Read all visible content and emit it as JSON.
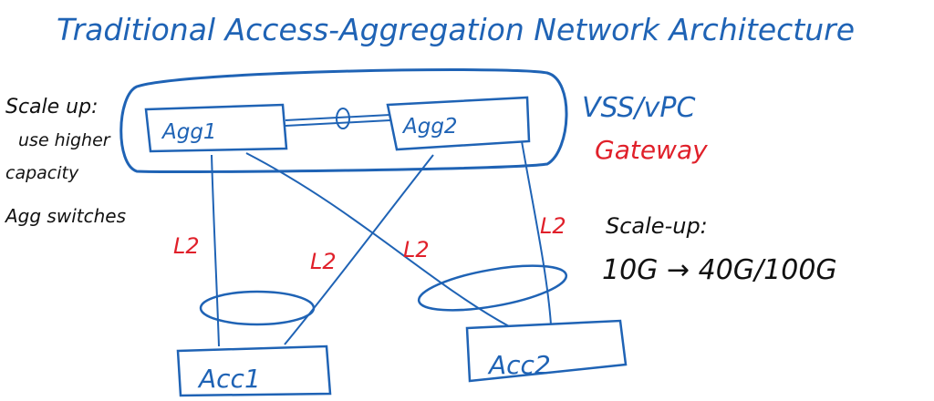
{
  "title": "Traditional Access-Aggregation Network Architecture",
  "nodes": {
    "agg1": "Agg1",
    "agg2": "Agg2",
    "acc1": "Acc1",
    "acc2": "Acc2"
  },
  "notes": {
    "scale_up_left": [
      "Scale up:",
      "use higher",
      "capacity",
      "Agg switches"
    ],
    "vss_vpc": "VSS/vPC",
    "gateway": "Gateway",
    "scale_up_right": "Scale-up:",
    "speed": "10G → 40G/100G"
  },
  "link_labels": [
    "L2",
    "L2",
    "L2",
    "L2"
  ],
  "colors": {
    "ink_blue": "#1f63b5",
    "ink_red": "#e0202a",
    "ink_black": "#111111"
  }
}
